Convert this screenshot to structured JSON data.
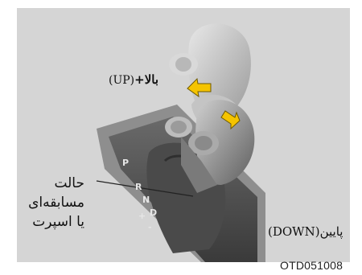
{
  "labels": {
    "up": "+بالا",
    "up_en": "(UP)",
    "mode_line1": "حالت",
    "mode_line2": "مسابقه‌ای",
    "mode_line3": "یا اسپرت",
    "down": "(DOWN)پایین",
    "figure_code": "OTD051008"
  },
  "gate_letters": [
    "P",
    "R",
    "N",
    "D",
    "+",
    "-"
  ],
  "colors": {
    "background": "#d5d5d5",
    "arrow": "#f5c400",
    "shifter": "#8a8a8a"
  }
}
